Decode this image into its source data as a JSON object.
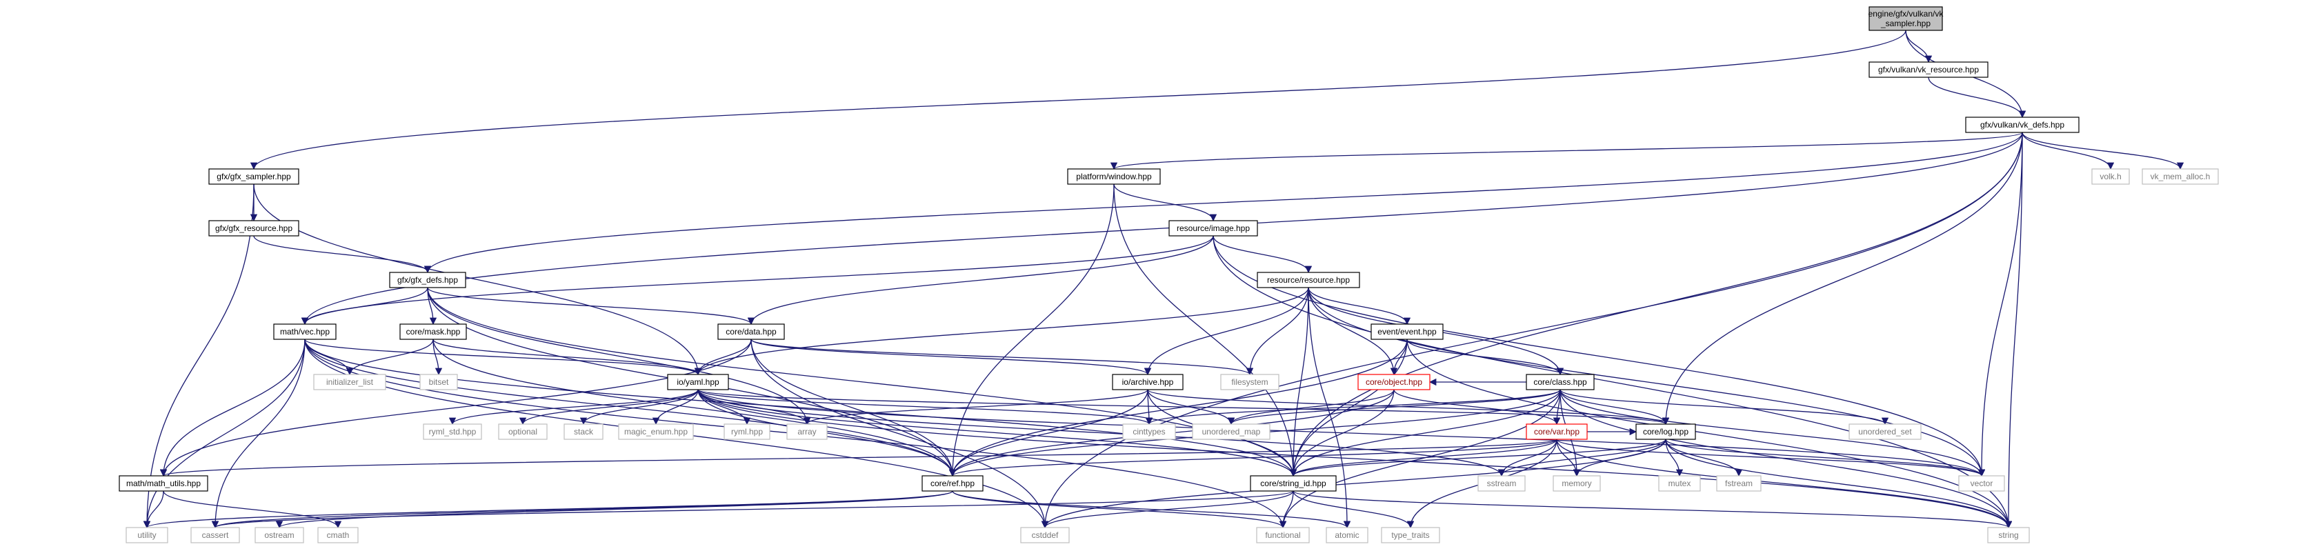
{
  "graph": {
    "root": "engine/gfx/vulkan/vk_sampler.hpp",
    "colors": {
      "edge": "#191970",
      "root_fill": "#bfbfbf",
      "node_fill": "#ffffff",
      "node_border": "#000000",
      "external_border": "#bfbfbf",
      "external_text": "#7a7a7a",
      "warning_border": "#ff0000",
      "warning_text": "#8b0000"
    },
    "nodes": [
      {
        "id": "root",
        "lines": [
          "engine/gfx/vulkan/vk",
          "_sampler.hpp"
        ],
        "kind": "root"
      },
      {
        "id": "vk_resource",
        "lines": [
          "gfx/vulkan/vk_resource.hpp"
        ],
        "kind": "internal"
      },
      {
        "id": "vk_defs",
        "lines": [
          "gfx/vulkan/vk_defs.hpp"
        ],
        "kind": "internal"
      },
      {
        "id": "gfx_sampler",
        "lines": [
          "gfx/gfx_sampler.hpp"
        ],
        "kind": "internal"
      },
      {
        "id": "platform_window",
        "lines": [
          "platform/window.hpp"
        ],
        "kind": "internal"
      },
      {
        "id": "volk",
        "lines": [
          "volk.h"
        ],
        "kind": "external"
      },
      {
        "id": "vk_mem_alloc",
        "lines": [
          "vk_mem_alloc.h"
        ],
        "kind": "external"
      },
      {
        "id": "gfx_resource",
        "lines": [
          "gfx/gfx_resource.hpp"
        ],
        "kind": "internal"
      },
      {
        "id": "resource_image",
        "lines": [
          "resource/image.hpp"
        ],
        "kind": "internal"
      },
      {
        "id": "gfx_defs",
        "lines": [
          "gfx/gfx_defs.hpp"
        ],
        "kind": "internal"
      },
      {
        "id": "resource_resource",
        "lines": [
          "resource/resource.hpp"
        ],
        "kind": "internal"
      },
      {
        "id": "math_vec",
        "lines": [
          "math/vec.hpp"
        ],
        "kind": "internal"
      },
      {
        "id": "core_mask",
        "lines": [
          "core/mask.hpp"
        ],
        "kind": "internal"
      },
      {
        "id": "core_data",
        "lines": [
          "core/data.hpp"
        ],
        "kind": "internal"
      },
      {
        "id": "event_event",
        "lines": [
          "event/event.hpp"
        ],
        "kind": "internal"
      },
      {
        "id": "initializer_list",
        "lines": [
          "initializer_list"
        ],
        "kind": "external"
      },
      {
        "id": "bitset",
        "lines": [
          "bitset"
        ],
        "kind": "external"
      },
      {
        "id": "io_yaml",
        "lines": [
          "io/yaml.hpp"
        ],
        "kind": "internal"
      },
      {
        "id": "io_archive",
        "lines": [
          "io/archive.hpp"
        ],
        "kind": "internal"
      },
      {
        "id": "filesystem",
        "lines": [
          "filesystem"
        ],
        "kind": "external"
      },
      {
        "id": "core_object",
        "lines": [
          "core/object.hpp"
        ],
        "kind": "warning"
      },
      {
        "id": "core_class",
        "lines": [
          "core/class.hpp"
        ],
        "kind": "internal"
      },
      {
        "id": "ryml_std",
        "lines": [
          "ryml_std.hpp"
        ],
        "kind": "external"
      },
      {
        "id": "optional",
        "lines": [
          "optional"
        ],
        "kind": "external"
      },
      {
        "id": "stack",
        "lines": [
          "stack"
        ],
        "kind": "external"
      },
      {
        "id": "magic_enum",
        "lines": [
          "magic_enum.hpp"
        ],
        "kind": "external"
      },
      {
        "id": "ryml",
        "lines": [
          "ryml.hpp"
        ],
        "kind": "external"
      },
      {
        "id": "array",
        "lines": [
          "array"
        ],
        "kind": "external"
      },
      {
        "id": "cinttypes",
        "lines": [
          "cinttypes"
        ],
        "kind": "external"
      },
      {
        "id": "unordered_map",
        "lines": [
          "unordered_map"
        ],
        "kind": "external"
      },
      {
        "id": "core_log",
        "lines": [
          "core/log.hpp"
        ],
        "kind": "internal"
      },
      {
        "id": "unordered_set",
        "lines": [
          "unordered_set"
        ],
        "kind": "external"
      },
      {
        "id": "core_var",
        "lines": [
          "core/var.hpp"
        ],
        "kind": "warning"
      },
      {
        "id": "math_utils",
        "lines": [
          "math/math_utils.hpp"
        ],
        "kind": "internal"
      },
      {
        "id": "core_ref",
        "lines": [
          "core/ref.hpp"
        ],
        "kind": "internal"
      },
      {
        "id": "core_string_id",
        "lines": [
          "core/string_id.hpp"
        ],
        "kind": "internal"
      },
      {
        "id": "sstream",
        "lines": [
          "sstream"
        ],
        "kind": "external"
      },
      {
        "id": "memory",
        "lines": [
          "memory"
        ],
        "kind": "external"
      },
      {
        "id": "mutex",
        "lines": [
          "mutex"
        ],
        "kind": "external"
      },
      {
        "id": "fstream",
        "lines": [
          "fstream"
        ],
        "kind": "external"
      },
      {
        "id": "vector",
        "lines": [
          "vector"
        ],
        "kind": "external"
      },
      {
        "id": "utility",
        "lines": [
          "utility"
        ],
        "kind": "external"
      },
      {
        "id": "cassert",
        "lines": [
          "cassert"
        ],
        "kind": "external"
      },
      {
        "id": "ostream",
        "lines": [
          "ostream"
        ],
        "kind": "external"
      },
      {
        "id": "cmath",
        "lines": [
          "cmath"
        ],
        "kind": "external"
      },
      {
        "id": "cstddef",
        "lines": [
          "cstddef"
        ],
        "kind": "external"
      },
      {
        "id": "functional",
        "lines": [
          "functional"
        ],
        "kind": "external"
      },
      {
        "id": "atomic",
        "lines": [
          "atomic"
        ],
        "kind": "external"
      },
      {
        "id": "type_traits",
        "lines": [
          "type_traits"
        ],
        "kind": "external"
      },
      {
        "id": "string",
        "lines": [
          "string"
        ],
        "kind": "external"
      }
    ],
    "edges": [
      [
        "root",
        "vk_resource"
      ],
      [
        "root",
        "vk_defs"
      ],
      [
        "root",
        "gfx_sampler"
      ],
      [
        "vk_resource",
        "vk_defs"
      ],
      [
        "vk_defs",
        "platform_window"
      ],
      [
        "vk_defs",
        "volk"
      ],
      [
        "vk_defs",
        "vk_mem_alloc"
      ],
      [
        "vk_defs",
        "gfx_defs"
      ],
      [
        "vk_defs",
        "math_vec"
      ],
      [
        "vk_defs",
        "core_log"
      ],
      [
        "vk_defs",
        "core_string_id"
      ],
      [
        "vk_defs",
        "vector"
      ],
      [
        "vk_defs",
        "string"
      ],
      [
        "vk_defs",
        "cstddef"
      ],
      [
        "gfx_sampler",
        "gfx_resource"
      ],
      [
        "gfx_sampler",
        "io_yaml"
      ],
      [
        "gfx_sampler",
        "utility"
      ],
      [
        "gfx_resource",
        "gfx_defs"
      ],
      [
        "platform_window",
        "resource_image"
      ],
      [
        "platform_window",
        "core_ref"
      ],
      [
        "platform_window",
        "core_string_id"
      ],
      [
        "resource_image",
        "resource_resource"
      ],
      [
        "resource_image",
        "core_data"
      ],
      [
        "resource_image",
        "math_vec"
      ],
      [
        "resource_image",
        "vector"
      ],
      [
        "resource_image",
        "string"
      ],
      [
        "gfx_defs",
        "math_vec"
      ],
      [
        "gfx_defs",
        "core_mask"
      ],
      [
        "gfx_defs",
        "core_data"
      ],
      [
        "gfx_defs",
        "core_ref"
      ],
      [
        "gfx_defs",
        "core_string_id"
      ],
      [
        "gfx_defs",
        "array"
      ],
      [
        "resource_resource",
        "event_event"
      ],
      [
        "resource_resource",
        "core_object"
      ],
      [
        "resource_resource",
        "core_class"
      ],
      [
        "resource_resource",
        "io_archive"
      ],
      [
        "resource_resource",
        "io_yaml"
      ],
      [
        "resource_resource",
        "core_string_id"
      ],
      [
        "resource_resource",
        "filesystem"
      ],
      [
        "resource_resource",
        "vector"
      ],
      [
        "resource_resource",
        "atomic"
      ],
      [
        "math_vec",
        "initializer_list"
      ],
      [
        "math_vec",
        "io_yaml"
      ],
      [
        "math_vec",
        "math_utils"
      ],
      [
        "math_vec",
        "core_ref"
      ],
      [
        "math_vec",
        "cassert"
      ],
      [
        "math_vec",
        "utility"
      ],
      [
        "math_vec",
        "cstddef"
      ],
      [
        "math_vec",
        "functional"
      ],
      [
        "math_vec",
        "core_string_id"
      ],
      [
        "core_mask",
        "initializer_list"
      ],
      [
        "core_mask",
        "bitset"
      ],
      [
        "core_mask",
        "io_yaml"
      ],
      [
        "core_mask",
        "core_ref"
      ],
      [
        "core_data",
        "io_yaml"
      ],
      [
        "core_data",
        "io_archive"
      ],
      [
        "core_data",
        "core_ref"
      ],
      [
        "core_data",
        "filesystem"
      ],
      [
        "core_data",
        "cstddef"
      ],
      [
        "core_data",
        "math_utils"
      ],
      [
        "event_event",
        "core_class"
      ],
      [
        "event_event",
        "core_object"
      ],
      [
        "event_event",
        "core_string_id"
      ],
      [
        "event_event",
        "string"
      ],
      [
        "event_event",
        "core_ref"
      ],
      [
        "io_yaml",
        "ryml_std"
      ],
      [
        "io_yaml",
        "optional"
      ],
      [
        "io_yaml",
        "stack"
      ],
      [
        "io_yaml",
        "magic_enum"
      ],
      [
        "io_yaml",
        "ryml"
      ],
      [
        "io_yaml",
        "array"
      ],
      [
        "io_yaml",
        "cinttypes"
      ],
      [
        "io_yaml",
        "core_log"
      ],
      [
        "io_yaml",
        "core_ref"
      ],
      [
        "io_yaml",
        "core_string_id"
      ],
      [
        "io_yaml",
        "sstream"
      ],
      [
        "io_yaml",
        "string"
      ],
      [
        "io_yaml",
        "vector"
      ],
      [
        "io_archive",
        "cinttypes"
      ],
      [
        "io_archive",
        "unordered_map"
      ],
      [
        "io_archive",
        "core_log"
      ],
      [
        "io_archive",
        "core_ref"
      ],
      [
        "io_archive",
        "core_string_id"
      ],
      [
        "io_archive",
        "array"
      ],
      [
        "core_object",
        "core_ref"
      ],
      [
        "core_object",
        "core_string_id"
      ],
      [
        "core_object",
        "core_var"
      ],
      [
        "core_object",
        "unordered_map"
      ],
      [
        "core_class",
        "core_object"
      ],
      [
        "core_class",
        "core_var"
      ],
      [
        "core_class",
        "core_log"
      ],
      [
        "core_class",
        "unordered_set"
      ],
      [
        "core_class",
        "unordered_map"
      ],
      [
        "core_class",
        "cinttypes"
      ],
      [
        "core_class",
        "core_ref"
      ],
      [
        "core_class",
        "core_string_id"
      ],
      [
        "core_class",
        "vector"
      ],
      [
        "core_class",
        "string"
      ],
      [
        "core_class",
        "functional"
      ],
      [
        "core_class",
        "memory"
      ],
      [
        "core_var",
        "core_log"
      ],
      [
        "core_var",
        "core_ref"
      ],
      [
        "core_var",
        "core_string_id"
      ],
      [
        "core_var",
        "sstream"
      ],
      [
        "core_var",
        "memory"
      ],
      [
        "core_var",
        "vector"
      ],
      [
        "core_var",
        "type_traits"
      ],
      [
        "core_var",
        "string"
      ],
      [
        "core_var",
        "math_utils"
      ],
      [
        "core_log",
        "core_string_id"
      ],
      [
        "core_log",
        "mutex"
      ],
      [
        "core_log",
        "fstream"
      ],
      [
        "core_log",
        "sstream"
      ],
      [
        "core_log",
        "memory"
      ],
      [
        "core_log",
        "string"
      ],
      [
        "core_log",
        "vector"
      ],
      [
        "core_log",
        "cstddef"
      ],
      [
        "math_utils",
        "utility"
      ],
      [
        "math_utils",
        "cmath"
      ],
      [
        "core_ref",
        "cassert"
      ],
      [
        "core_ref",
        "ostream"
      ],
      [
        "core_ref",
        "utility"
      ],
      [
        "core_ref",
        "functional"
      ],
      [
        "core_ref",
        "atomic"
      ],
      [
        "core_string_id",
        "cstddef"
      ],
      [
        "core_string_id",
        "functional"
      ],
      [
        "core_string_id",
        "type_traits"
      ],
      [
        "core_string_id",
        "string"
      ],
      [
        "core_string_id",
        "cassert"
      ]
    ]
  }
}
